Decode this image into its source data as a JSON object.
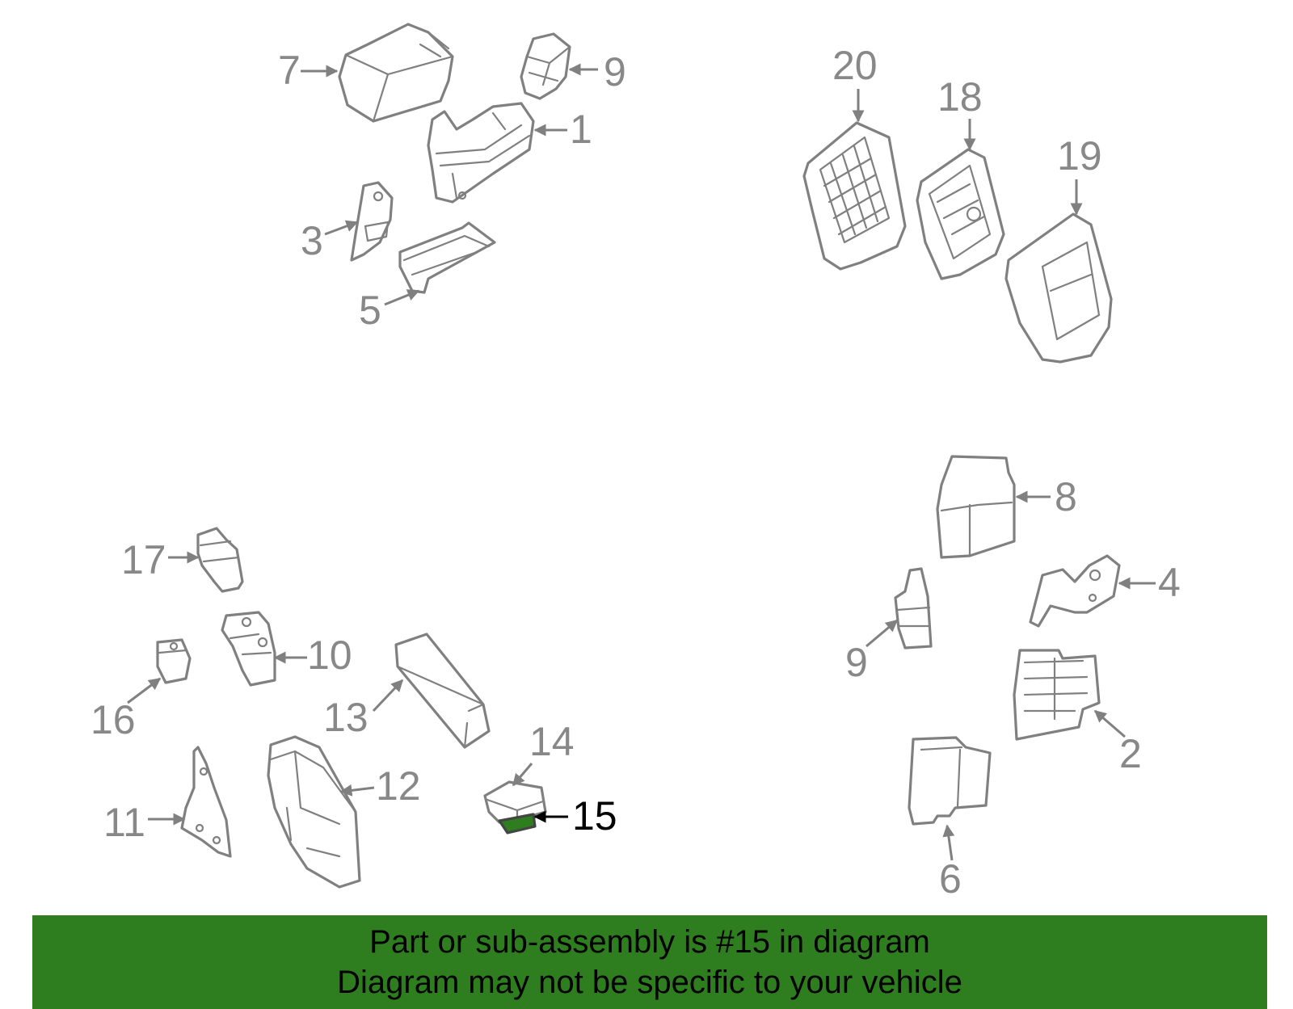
{
  "callouts": {
    "c1": "1",
    "c2": "2",
    "c3": "3",
    "c4": "4",
    "c5": "5",
    "c6": "6",
    "c7": "7",
    "c8": "8",
    "c9a": "9",
    "c9b": "9",
    "c10": "10",
    "c11": "11",
    "c12": "12",
    "c13": "13",
    "c14": "14",
    "c15": "15",
    "c16": "16",
    "c17": "17",
    "c18": "18",
    "c19": "19",
    "c20": "20"
  },
  "highlight": {
    "part": "15",
    "color": "#2e7d1e"
  },
  "banner": {
    "color": "#2e7d1e",
    "line1": "Part or sub-assembly is #15 in diagram",
    "line2": "Diagram may not be specific to your vehicle"
  }
}
